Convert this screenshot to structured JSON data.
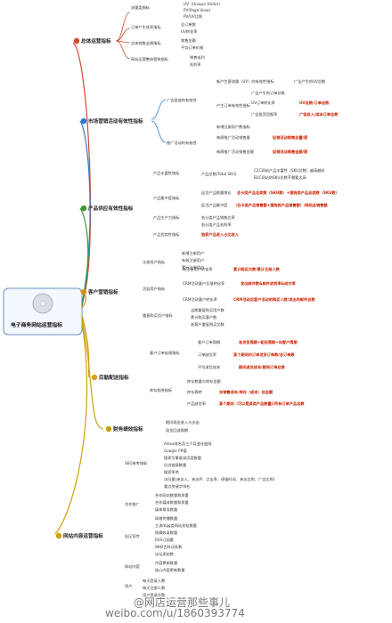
{
  "center": {
    "title": "电子商务网站运营指标"
  },
  "branches": {
    "overall": {
      "num": "1",
      "label": "总体运营指标",
      "color": "#d44a2a",
      "groups": {
        "traffic": {
          "label": "流量类指标",
          "items": [
            "UV（Unique Visitor）",
            "PV(Page View)",
            "PV/UV比例"
          ]
        },
        "orders": {
          "label": "订单产生效率指标",
          "items": [
            "总订单数",
            "UV转化率"
          ]
        },
        "sales": {
          "label": "总体销售业绩指标",
          "items": [
            "销售金额",
            "平均订单价格"
          ]
        },
        "profit": {
          "label": "网站运营整体营收指标",
          "items": [
            "销售毛利",
            "毛利率"
          ]
        }
      }
    },
    "market": {
      "num": "2",
      "label": "市场营销活动有效性指标",
      "color": "#2a7ad4",
      "groups": {
        "ads": {
          "label": "广告投放的有效性",
          "subgroups": {
            "uv_new": {
              "label": "新产生客流量（UV）的有效性指标",
              "items": [
                "广告产生的UV总数"
              ]
            },
            "orders": {
              "label": "产生订单有效性指标",
              "items": [
                "广告产生的订单总数",
                "UV订单转化率",
                "广告投资回报率"
              ],
              "reds": [
                "UV总数/订单总数",
                "广告收入/成本订单总数"
              ]
            },
            "users": {
              "label": "新增注册用户数指标",
              "items": []
            }
          }
        },
        "promo": {
          "label": "推广活动的有效性",
          "subgroups": {
            "orders": {
              "label": "每周推广活动销售量",
              "red": "促销活动销售总量/周"
            },
            "amount": {
              "label": "每周推广活动销售金额",
              "red": "促销活动销售金额/周"
            }
          }
        }
      }
    },
    "product": {
      "num": "3",
      "label": "产品供应有效性指标",
      "color": "#3a9a3a",
      "groups": {
        "rich": {
          "label": "产品丰富性指标",
          "items": [
            "产品总数(Total SKU)"
          ],
          "subitems": [
            "C2C网站产品丰富性（SKU总数）越高越好",
            "B2C网站的SKU总数不需要太高"
          ]
        },
        "conc": {
          "label": "产品集中度指标",
          "items": [
            "促活产品数量增长",
            "促活产品集中度"
          ],
          "reds": [
            "会卡类产品总类数（SKU数）+搜狗类产品总类数（SKU数）",
            "（会卡类产品销售额+搜狗类产品销售额）/网站总销售额"
          ]
        },
        "prod": {
          "label": "产品生产力指标",
          "items": [
            "各分类产品销售比率",
            "各分类产品毛利率"
          ]
        },
        "good": {
          "label": "产品优势性指标",
          "red": "独家产品收入占比收入"
        }
      }
    },
    "customer": {
      "num": "4",
      "label": "客户营销指标",
      "color": "#e08a20",
      "groups": {
        "reg": {
          "label": "注册用户指标",
          "items": [
            "新增注册用户",
            "有效注册用户",
            "累计注册用户"
          ]
        },
        "active": {
          "label": "活跃用户指标",
          "items": [
            "新注册用户转化率",
            "CRM活动客户反馈转化率",
            "CRM活动客户转化率"
          ],
          "reds": [
            "累计购买次数/累计注册人数",
            "发出邮件数&邮件收到率&成交率",
            "CRM活动后客户活动的购买人数/发出的邮件总数"
          ]
        },
        "repeat": {
          "label": "重复购买用户指标",
          "items": [
            "当期重复购买用户数",
            "累计购买客户数",
            "老客户重复购买比数"
          ]
        }
      }
    },
    "service": {
      "num": "5",
      "label": "后勤配送指标",
      "color": "#d4a020",
      "groups": {
        "order": {
          "label": "客户订单处理指标",
          "items": [
            "客户订单周期",
            "订单缺货率",
            "平均退货成本"
          ],
          "reds": [
            "各发货周期+配送周期+向客户周期",
            "某个期间内订单发货订单数/总订单数",
            "期间退货成本/期间订单总数"
          ]
        },
        "stock": {
          "label": "库存相关指标",
          "items": [
            "库存数量与库存金额",
            "库存周转",
            "产品缺货率"
          ],
          "reds": [
            "去销售成本/库存（成本）总金额",
            "某个期间（可以是某类产品数量)/所有订单产品总数"
          ]
        }
      }
    },
    "finance": {
      "num": "6",
      "label": "财务绩效指标",
      "color": "#c9a010",
      "items": [
        "期间现金收入与支出",
        "现金回流周期"
      ]
    },
    "content": {
      "num": "7",
      "label": "网站内容运营指标",
      "color": "#d0a000",
      "groups": {
        "seo": {
          "label": "SEO参考指标",
          "items": [
            "Alexa排名及三个月变化曲线",
            "Google PR值",
            "搜索引擎收录页面数量",
            "反向链接数量",
            "搜索率绝",
            "访问量(来访人、来访IP、点击率、停留时间、来访比例、广告比例)",
            "重点关键字排名"
          ]
        },
        "coop": {
          "label": "合作推广",
          "items": [
            "合作网站数量和质量",
            "合作媒体数量和质量",
            "媒体报导数量"
          ]
        },
        "community": {
          "label": "社区宣传",
          "items": [
            "网络传播数量",
            "主流digg类网站发帖数量",
            "网摘收录数量",
            "RSS订阅量",
            "WIKI百科词条数",
            "论坛发帖数"
          ]
        },
        "content": {
          "label": "网站内容",
          "items": [
            "内容更新数量",
            "核心内容更新数量"
          ]
        },
        "users": {
          "label": "用户",
          "items": [
            "每天登录人数",
            "每天注册人数",
            "用户登录次数"
          ]
        }
      }
    }
  },
  "watermark": {
    "line1": "@网店运营那些事儿",
    "line2": "weibo.com/u/1860393774"
  }
}
